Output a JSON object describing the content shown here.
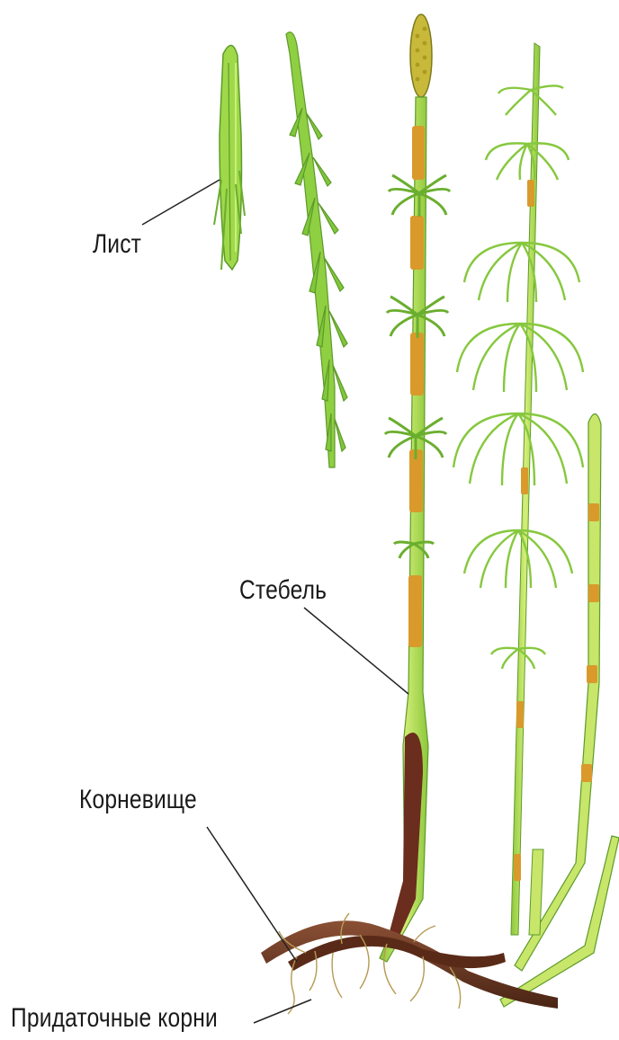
{
  "labels": {
    "leaf": "Лист",
    "stem": "Стебель",
    "rhizome": "Корневище",
    "adventitious_roots": "Придаточные корни"
  },
  "colors": {
    "leaf_green": "#7fc83a",
    "light_green": "#b8e35a",
    "node_orange": "#d99a2b",
    "rhizome_brown": "#6b3a22",
    "leader_line": "#222222"
  }
}
